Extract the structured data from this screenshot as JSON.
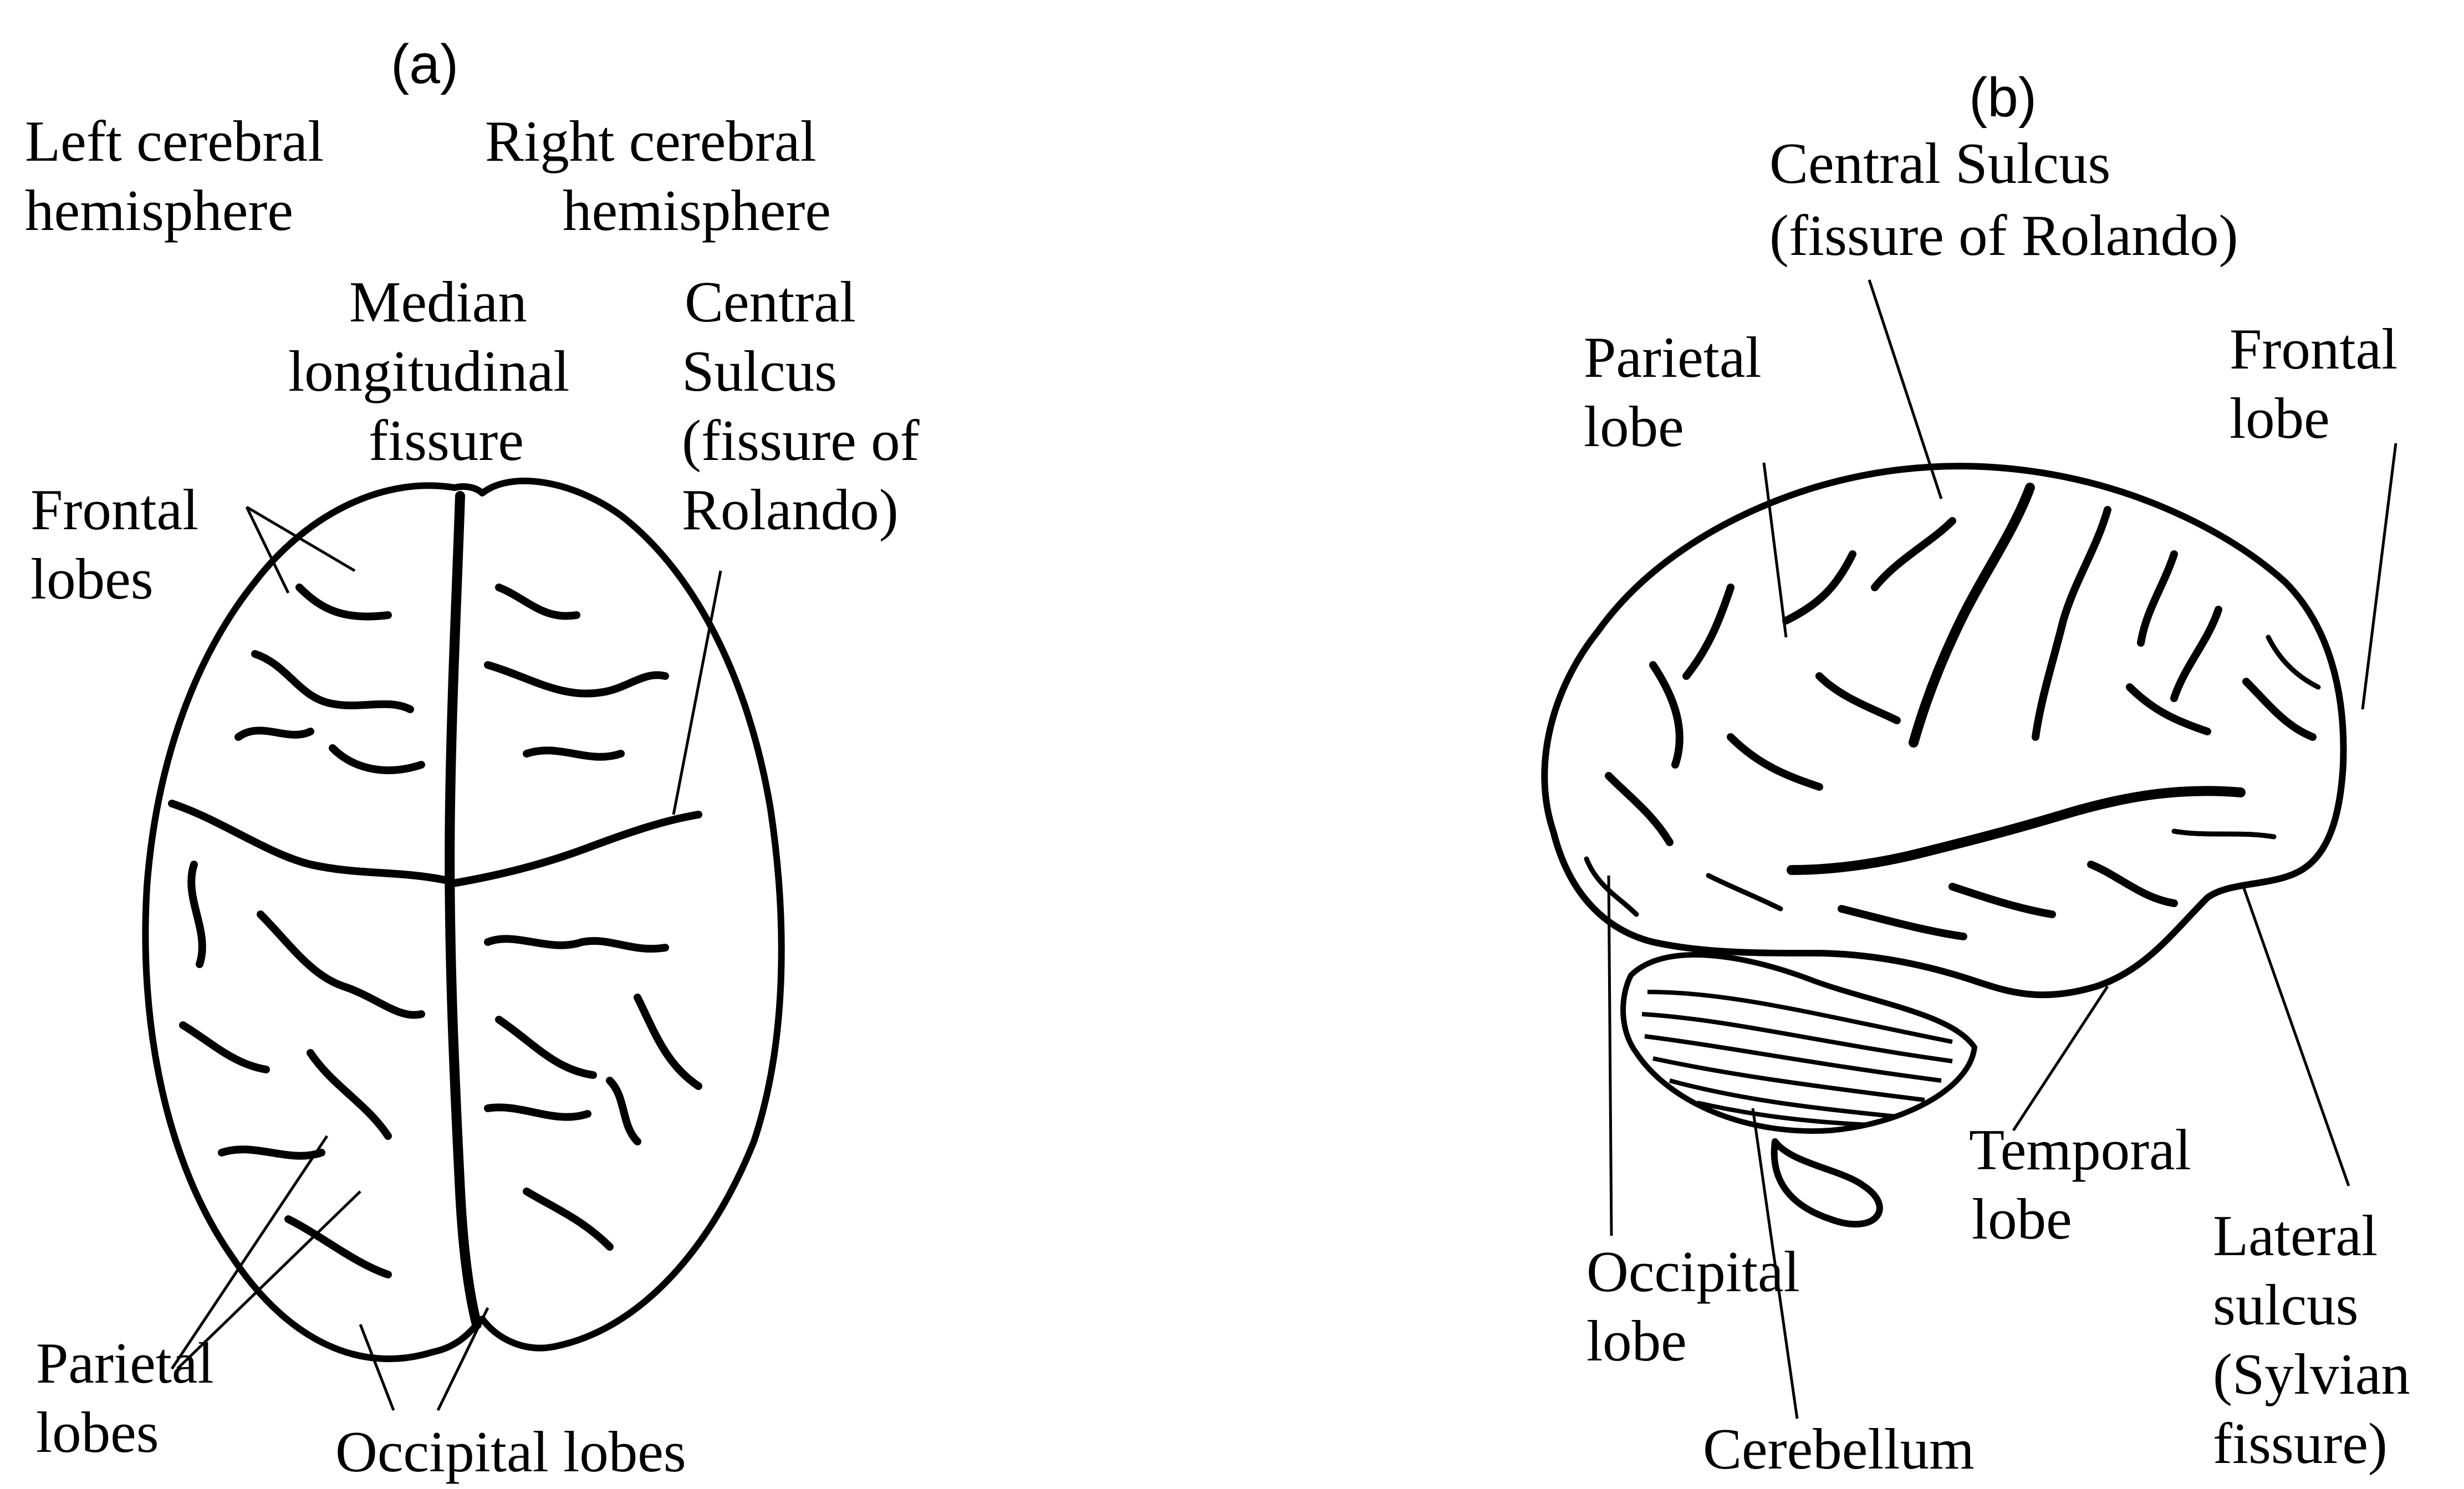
{
  "panel_a": {
    "panel_label": "(a)",
    "labels": {
      "left_hemisphere_1": "Left cerebral",
      "left_hemisphere_2": "hemisphere",
      "right_hemisphere_1": "Right cerebral",
      "right_hemisphere_2": "hemisphere",
      "median_1": "Median",
      "median_2": "longitudinal",
      "median_3": "fissure",
      "central_1": "Central",
      "central_2": "Sulcus",
      "central_3": "(fissure of",
      "central_4": "Rolando)",
      "frontal_1": "Frontal",
      "frontal_2": "lobes",
      "parietal_1": "Parietal",
      "parietal_2": "lobes",
      "occipital": "Occipital lobes"
    }
  },
  "panel_b": {
    "panel_label": "(b)",
    "labels": {
      "central_1": "Central Sulcus",
      "central_2": "(fissure of Rolando)",
      "parietal_1": "Parietal",
      "parietal_2": "lobe",
      "frontal_1": "Frontal",
      "frontal_2": "lobe",
      "temporal_1": "Temporal",
      "temporal_2": "lobe",
      "occipital_1": "Occipital",
      "occipital_2": "lobe",
      "lateral_1": "Lateral",
      "lateral_2": "sulcus",
      "lateral_3": "(Sylvian",
      "lateral_4": "fissure)",
      "cerebellum": "Cerebellum"
    }
  }
}
